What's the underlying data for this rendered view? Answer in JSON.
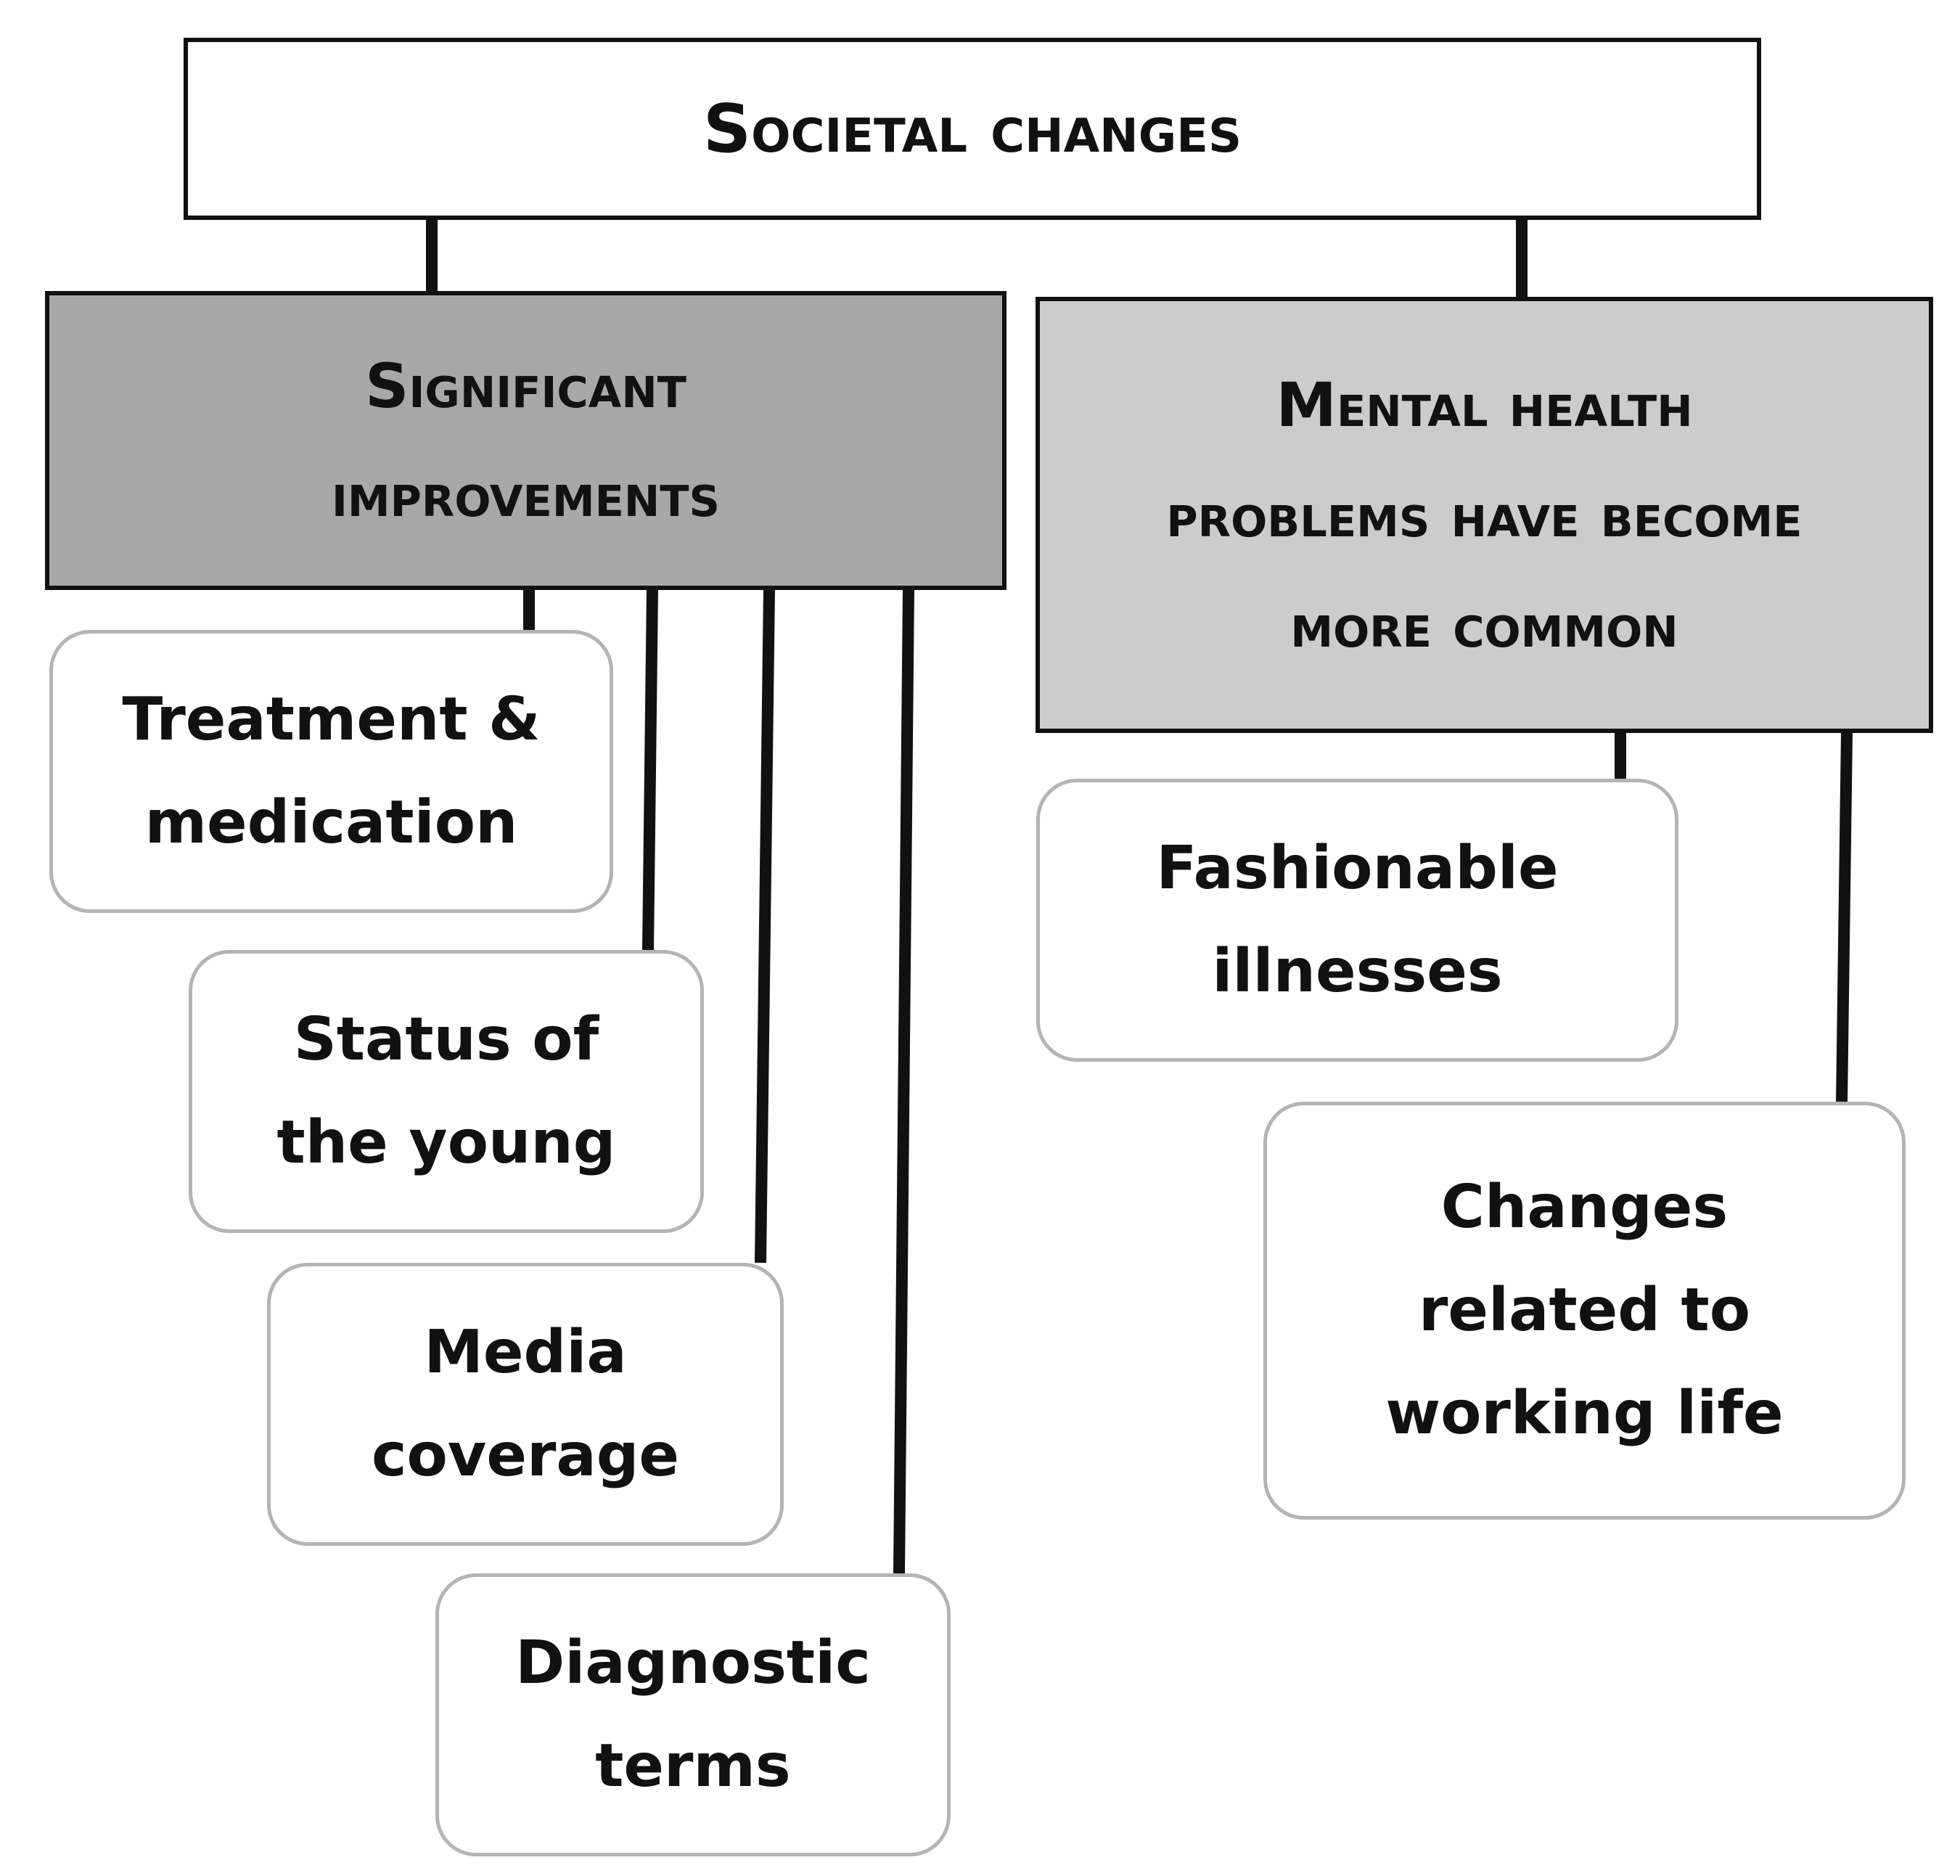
{
  "root": {
    "label": "Societal changes"
  },
  "categories": [
    {
      "label_lines": [
        "Significant",
        "improvements"
      ],
      "items": [
        {
          "label_lines": [
            "Treatment &",
            "medication"
          ]
        },
        {
          "label_lines": [
            "Status of",
            "the young"
          ]
        },
        {
          "label_lines": [
            "Media",
            "coverage"
          ]
        },
        {
          "label_lines": [
            "Diagnostic",
            "terms"
          ]
        }
      ]
    },
    {
      "label_lines": [
        "Mental health",
        "problems have become",
        "more common"
      ],
      "items": [
        {
          "label_lines": [
            "Fashionable",
            "illnesses"
          ]
        },
        {
          "label_lines": [
            "Changes",
            "related to",
            "working life"
          ]
        }
      ]
    }
  ],
  "colors": {
    "line": "#111111",
    "category_left_fill": "#a8a8a8",
    "category_right_fill": "#cccccc",
    "item_border": "#b4b4b4"
  }
}
